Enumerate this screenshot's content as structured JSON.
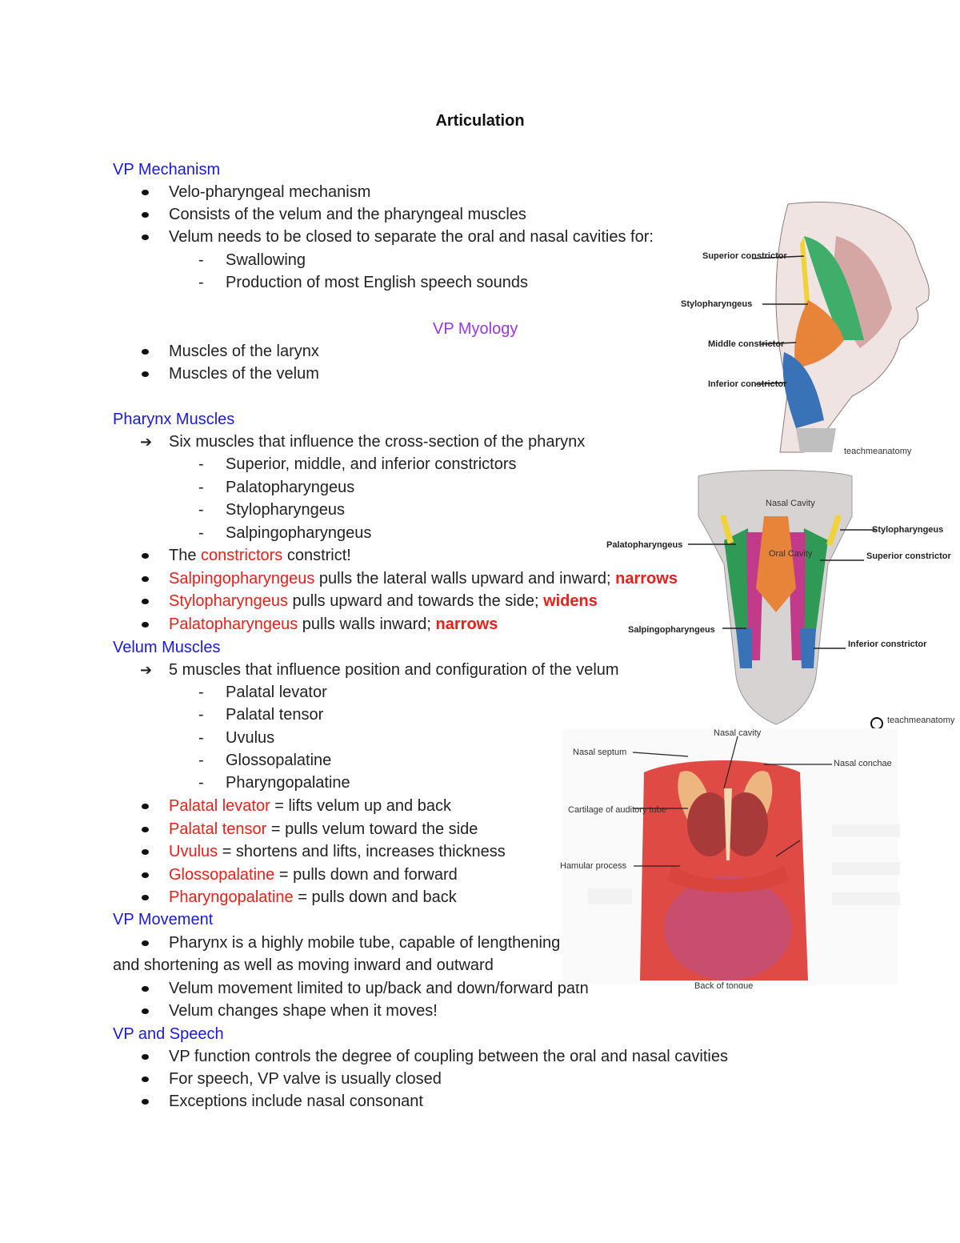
{
  "title": "Articulation",
  "sections": {
    "vp_mechanism": {
      "heading": "VP Mechanism",
      "bullets": [
        "Velo-pharyngeal mechanism",
        "Consists of the velum and the pharyngeal muscles",
        "Velum needs to be closed to separate the oral and nasal cavities for:"
      ],
      "sub": [
        "Swallowing",
        "Production of most English speech sounds"
      ]
    },
    "vp_myology": {
      "heading": "VP Myology",
      "bullets": [
        "Muscles of the larynx",
        "Muscles of the velum"
      ]
    },
    "pharynx_muscles": {
      "heading": "Pharynx Muscles",
      "arrow": "Six muscles that influence the cross-section of the pharynx",
      "sub": [
        "Superior, middle, and inferior constrictors",
        "Palatopharyngeus",
        "Stylopharyngeus",
        "Salpingopharyngeus"
      ],
      "b1_pre": "The ",
      "b1_red": "constrictors",
      "b1_post": " constrict!",
      "b2_red": "Salpingopharyngeus",
      "b2_post": " pulls the lateral walls upward and inward; ",
      "b2_bold": "narrows",
      "b3_red": "Stylopharyngeus",
      "b3_post": " pulls upward and towards the side; ",
      "b3_bold": "widens",
      "b4_red": "Palatopharyngeus",
      "b4_post": " pulls walls inward; ",
      "b4_bold": "narrows"
    },
    "velum_muscles": {
      "heading": "Velum Muscles",
      "arrow": "5 muscles that influence position and configuration of the velum",
      "sub": [
        "Palatal levator",
        "Palatal tensor",
        "Uvulus",
        "Glossopalatine",
        "Pharyngopalatine"
      ],
      "defs": [
        {
          "term": "Palatal levator",
          "def": " = lifts velum up and back"
        },
        {
          "term": "Palatal tensor",
          "def": " = pulls velum toward the side"
        },
        {
          "term": "Uvulus",
          "def": " = shortens and lifts, increases thickness"
        },
        {
          "term": "Glossopalatine",
          "def": " = pulls down and forward"
        },
        {
          "term": "Pharyngopalatine",
          "def": " = pulls down and back"
        }
      ]
    },
    "vp_movement": {
      "heading": "VP Movement",
      "b1a": "Pharynx is a highly mobile tube, capable of lengthening",
      "b1b": "and shortening as well as moving inward and outward",
      "bullets": [
        "Velum movement limited to up/back and down/forward path",
        "Velum changes shape when it moves!"
      ]
    },
    "vp_speech": {
      "heading": "VP and Speech",
      "bullets": [
        "VP function controls the degree of coupling between the oral and nasal cavities",
        "For speech, VP valve is usually closed",
        "Exceptions include nasal consonant"
      ]
    }
  },
  "figures": {
    "fig1": {
      "labels": [
        "Superior constrictor",
        "Stylopharyngeus",
        "Middle constrictor",
        "Inferior constrictor"
      ],
      "credit": "teachmeanatomy",
      "colors": {
        "superior": "#3fae6a",
        "middle": "#e8843a",
        "inferior": "#3a72b8",
        "stylo": "#f0d23a"
      }
    },
    "fig2": {
      "labels": [
        "Stylopharyngeus",
        "Palatopharyngeus",
        "Superior constrictor",
        "Salpingopharyngeus",
        "Inferior constrictor",
        "Nasal Cavity",
        "Oral Cavity"
      ],
      "credit": "teachmeanatomy"
    },
    "fig3": {
      "labels": [
        "Nasal cavity",
        "Nasal septum",
        "Nasal conchae",
        "Cartilage of auditory tube",
        "Hamular process",
        "Back of tongue"
      ]
    }
  }
}
